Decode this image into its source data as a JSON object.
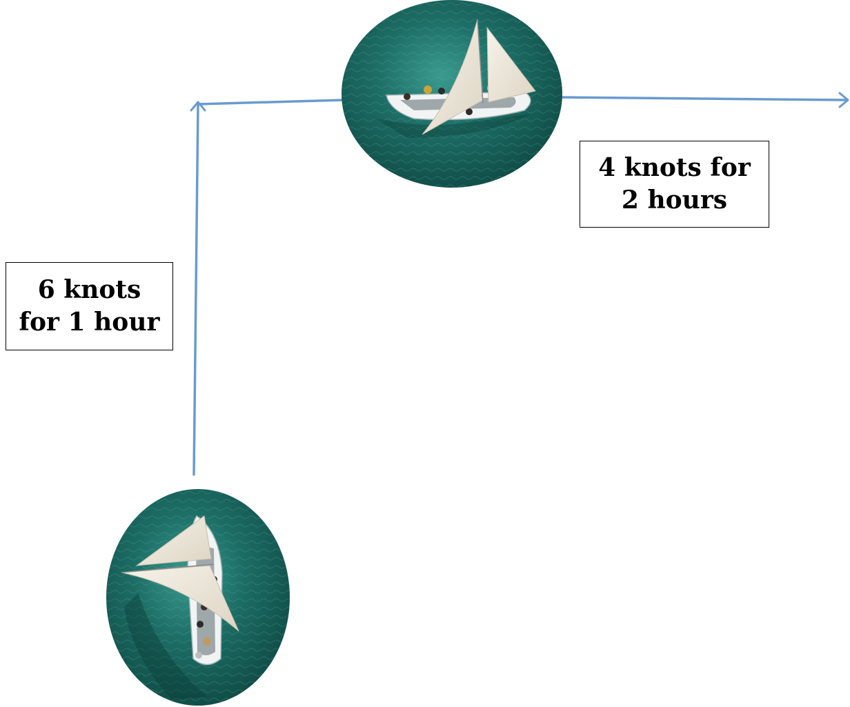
{
  "legs": [
    {
      "id": "leg1",
      "label_lines": [
        "6 knots",
        "for 1 hour"
      ],
      "speed_knots": 6,
      "duration_hours": 1,
      "direction": "north"
    },
    {
      "id": "leg2",
      "label_lines": [
        "4 knots for",
        "2 hours"
      ],
      "speed_knots": 4,
      "duration_hours": 2,
      "direction": "east"
    }
  ],
  "colors": {
    "arrow": "#6a9ad0",
    "water_dark": "#0f4a44",
    "water_mid": "#1d6e66",
    "water_light": "#3a9a8e",
    "sail": "#efe9dc",
    "hull": "#f2f4f4",
    "box_border": "#000000",
    "text": "#000000"
  },
  "icons": {
    "boat_start": "sailboat-aerial-photo-icon",
    "boat_mid": "sailboat-aerial-photo-icon"
  }
}
